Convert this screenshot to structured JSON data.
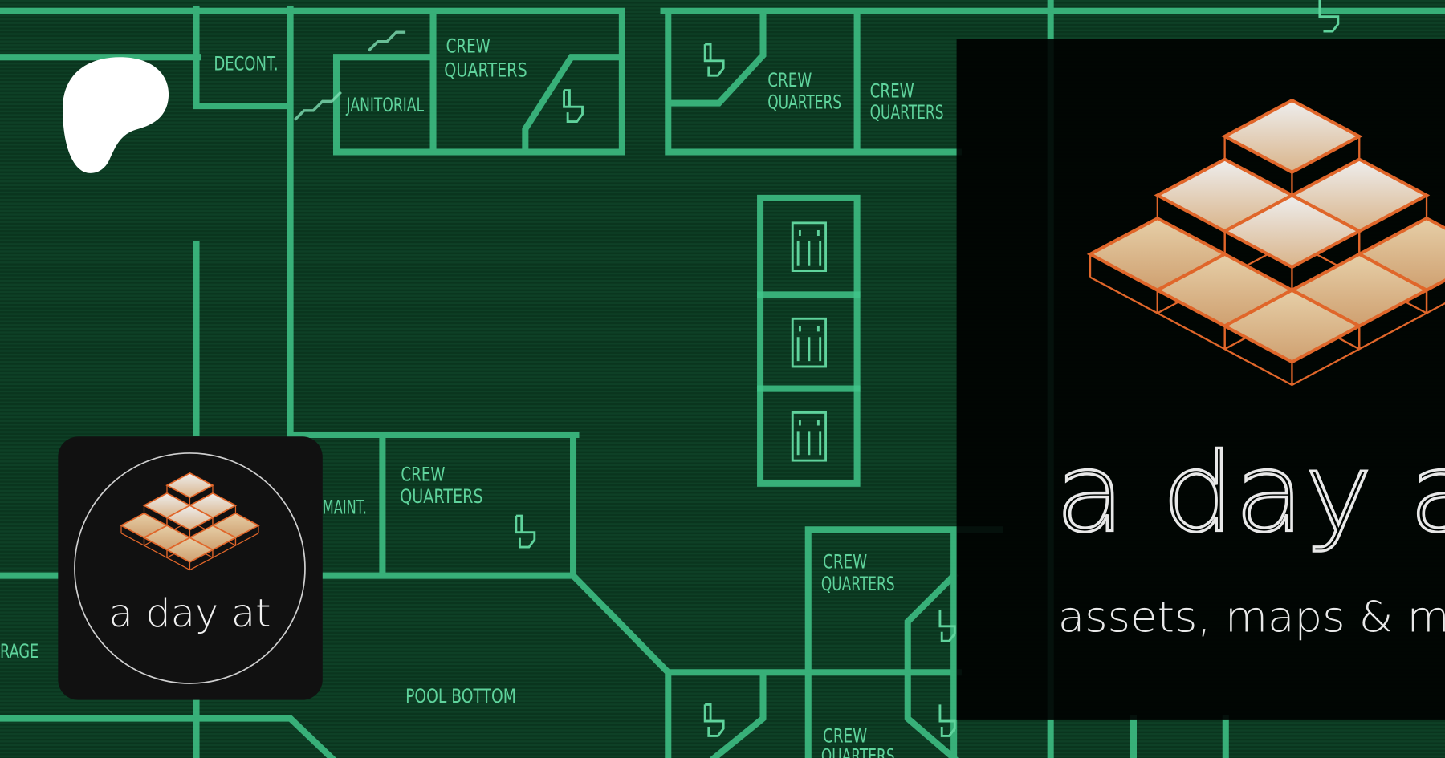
{
  "background_labels": {
    "decont": "DECONT.",
    "janitorial": "JANITORIAL",
    "crew1": [
      "CREW",
      "QUARTERS"
    ],
    "crew2": [
      "CREW",
      "QUARTERS"
    ],
    "crew3": [
      "CREW",
      "QUARTERS"
    ],
    "crew4": [
      "CREW",
      "QUARTERS"
    ],
    "crew5": [
      "CREW",
      "QUARTERS"
    ],
    "crew6": [
      "CREW",
      "QUARTERS"
    ],
    "maint": "MAINT.",
    "storage": "RAGE",
    "pool": "POOL BOTTOM"
  },
  "avatar": {
    "title": "a day at"
  },
  "banner": {
    "title": "a day a",
    "subtitle": "assets, maps & m"
  },
  "brand": {
    "logo": "patreon-logo"
  },
  "colors": {
    "background": "#0b3a21",
    "walls": "#3fc488",
    "tile_edge": "#e0662a",
    "overlay": "#000000"
  }
}
